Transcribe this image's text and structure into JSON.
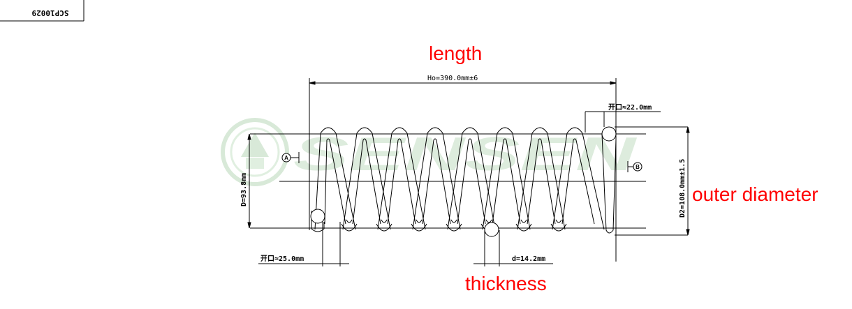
{
  "drawing": {
    "part_number": "SCP10029",
    "dimensions": {
      "free_length": "Ho=390.0mm±6",
      "inner_diameter": "D=93.8mm",
      "outer_diameter": "D2=108.0mm±1.5",
      "wire_diameter": "d=14.2mm",
      "end_gap_right": "开口≈22.0mm",
      "end_gap_left": "开口≈25.0mm"
    },
    "datum_a": "A",
    "datum_b": "B",
    "watermark": "SENSEN"
  },
  "annotations": {
    "length": "length",
    "outer_diameter": "outer diameter",
    "thickness": "thickness"
  },
  "colors": {
    "annotation": "#ff0000",
    "line": "#000000",
    "watermark": "#c8dfc8"
  }
}
